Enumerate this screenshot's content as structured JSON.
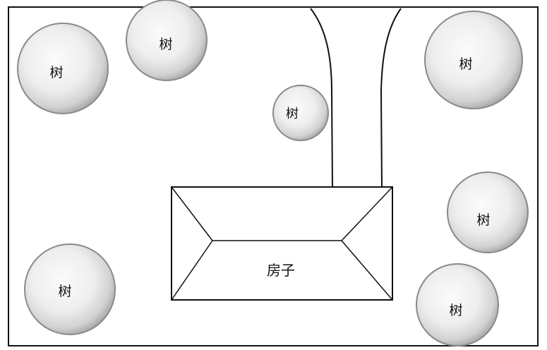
{
  "colors": {
    "line": "#111111",
    "tree_fill_light": "#f4f4f4",
    "tree_fill_dark": "#bdbdbd",
    "tree_stroke": "#8a8a8a",
    "background": "#ffffff"
  },
  "house": {
    "label": "房子"
  },
  "trees": [
    {
      "label": "树"
    },
    {
      "label": "树"
    },
    {
      "label": "树"
    },
    {
      "label": "树"
    },
    {
      "label": "树"
    },
    {
      "label": "树"
    },
    {
      "label": "树"
    }
  ]
}
